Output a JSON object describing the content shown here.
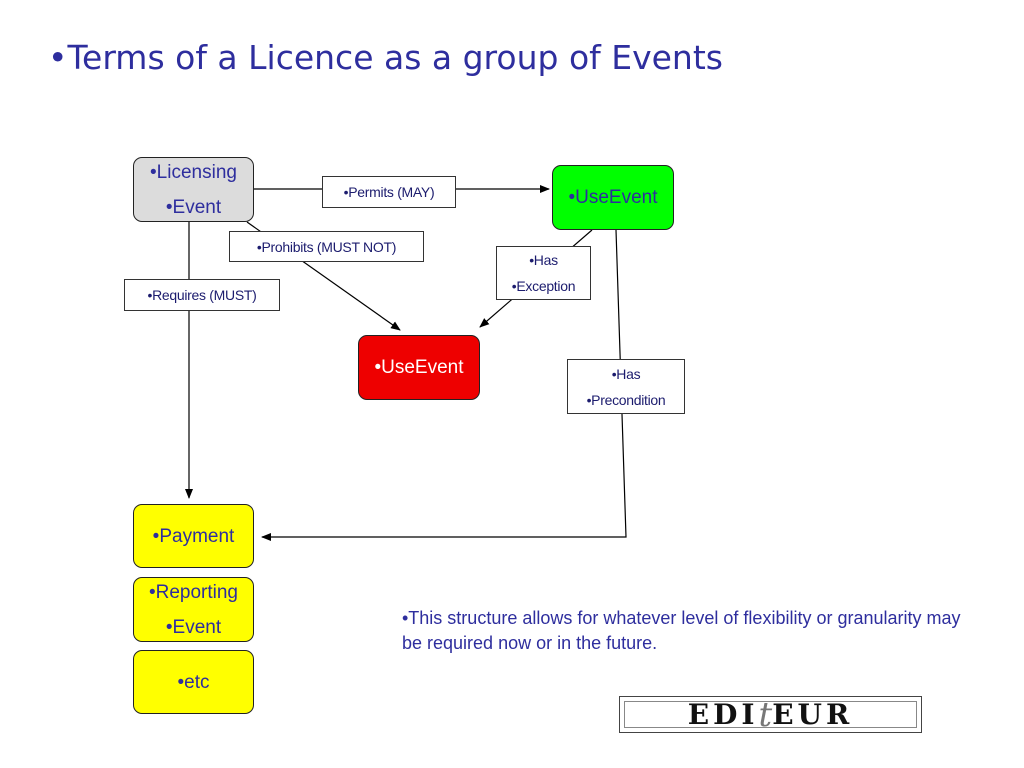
{
  "title": "•Terms of a Licence as a group of Events",
  "nodes": {
    "licensing_event": [
      "•Licensing",
      "•Event"
    ],
    "use_event_green": [
      "•UseEvent"
    ],
    "use_event_red": [
      "•UseEvent"
    ],
    "payment": [
      "•Payment"
    ],
    "reporting_event": [
      "•Reporting",
      "•Event"
    ],
    "etc": [
      "•etc"
    ]
  },
  "labels": {
    "permits": "•Permits (MAY)",
    "prohibits": "•Prohibits (MUST NOT)",
    "requires": "•Requires (MUST)",
    "has_exception": [
      "•Has",
      "•Exception"
    ],
    "has_precondition": [
      "•Has",
      "•Precondition"
    ]
  },
  "note": "•This structure allows for whatever level of flexibility or granularity may be required now or in the future.",
  "logo": {
    "left": "EDI",
    "mark": "t",
    "right": "EUR"
  },
  "colors": {
    "title": "#2e2e9e",
    "licensing_fill": "#dcdcdc",
    "permitted_fill": "#00ff00",
    "prohibited_fill": "#ee0000",
    "obligation_fill": "#ffff00"
  }
}
